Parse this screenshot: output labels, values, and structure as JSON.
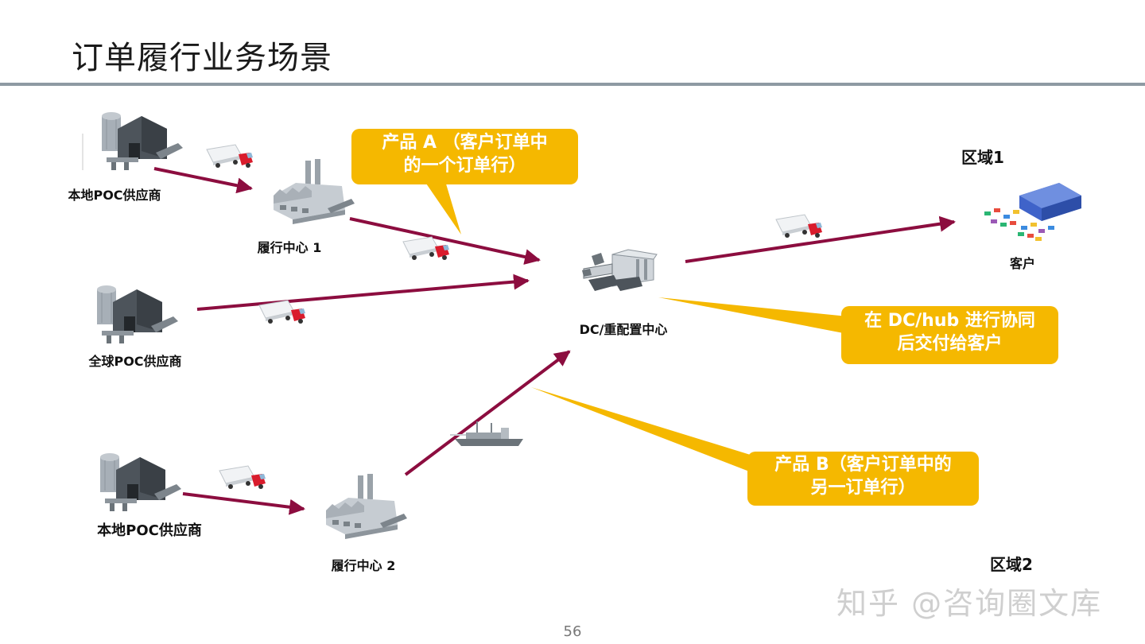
{
  "title": "订单履行业务场景",
  "nodes": {
    "local_supplier_1": "本地POC供应商",
    "fulfillment_1": "履行中心 1",
    "global_supplier": "全球POC供应商",
    "local_supplier_2": "本地POC供应商",
    "fulfillment_2": "履行中心 2",
    "dc": "DC/重配置中心",
    "customer": "客户"
  },
  "regions": {
    "region1": "区域1",
    "region2": "区域2"
  },
  "callouts": {
    "product_a_line1": "产品 A （客户订单中",
    "product_a_line2": "的一个订单行）",
    "dc_hub_line1": "在 DC/hub 进行协同",
    "dc_hub_line2": "后交付给客户",
    "product_b_line1": "产品 B（客户订单中的",
    "product_b_line2": "另一订单行）"
  },
  "colors": {
    "arrow": "#8c0d3f",
    "callout": "#f5b800",
    "rule": "#8e9aa3"
  },
  "icons": [
    "factory-icon",
    "truck-icon",
    "ship-icon",
    "dc-building-icon",
    "customer-store-icon"
  ],
  "watermark": "知乎 @咨询圈文库",
  "page_number": "56"
}
